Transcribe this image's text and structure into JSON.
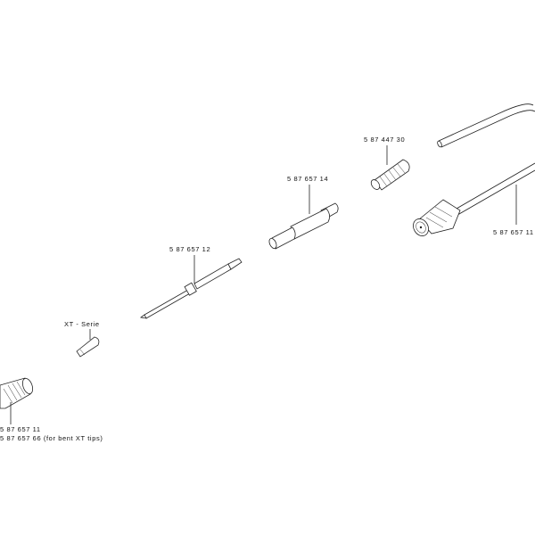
{
  "labels": {
    "cable_connector": "5  87  657  11",
    "sleeve": "5  87  447  30",
    "heating_element": "5  87  657  14",
    "shaft": "5  87  657  12",
    "xt_series": "XT - Serie",
    "handle_1": "5  87  657  11",
    "handle_2": "5  87  657  66  (for  bent  XT  tips)"
  }
}
